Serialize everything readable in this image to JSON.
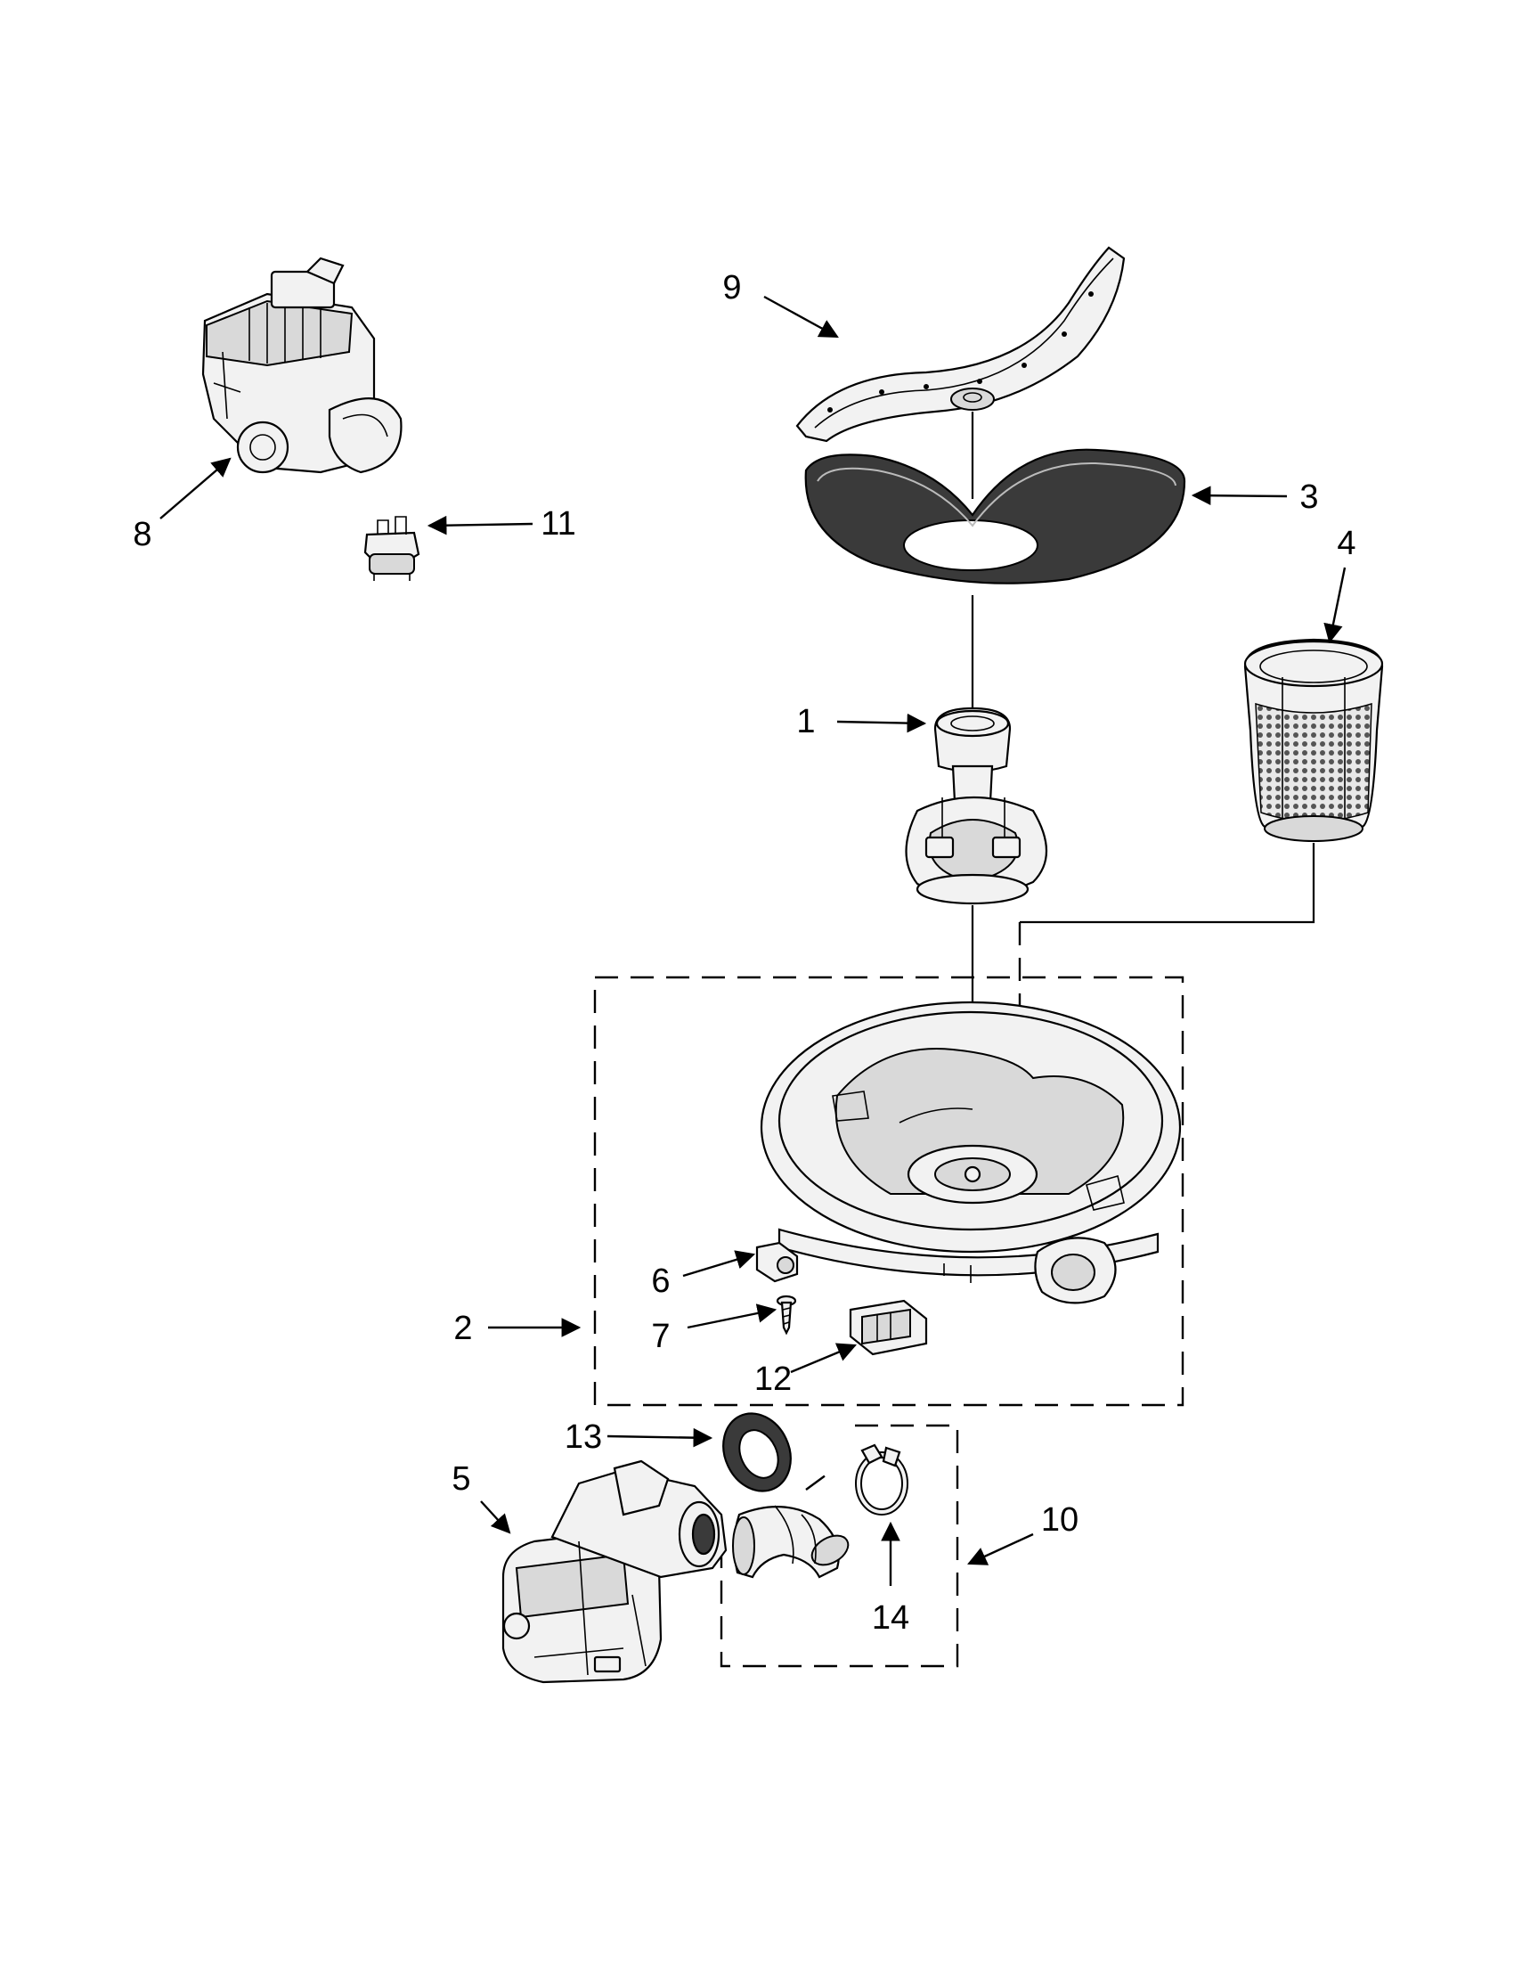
{
  "callouts": {
    "c1": "1",
    "c2": "2",
    "c3": "3",
    "c4": "4",
    "c5": "5",
    "c6": "6",
    "c7": "7",
    "c8": "8",
    "c9": "9",
    "c10": "10",
    "c11": "11",
    "c12": "12",
    "c13": "13",
    "c14": "14"
  },
  "colors": {
    "line": "#000000",
    "fill_light": "#f2f2f2",
    "fill_dark": "#3a3a3a",
    "background": "#ffffff"
  }
}
